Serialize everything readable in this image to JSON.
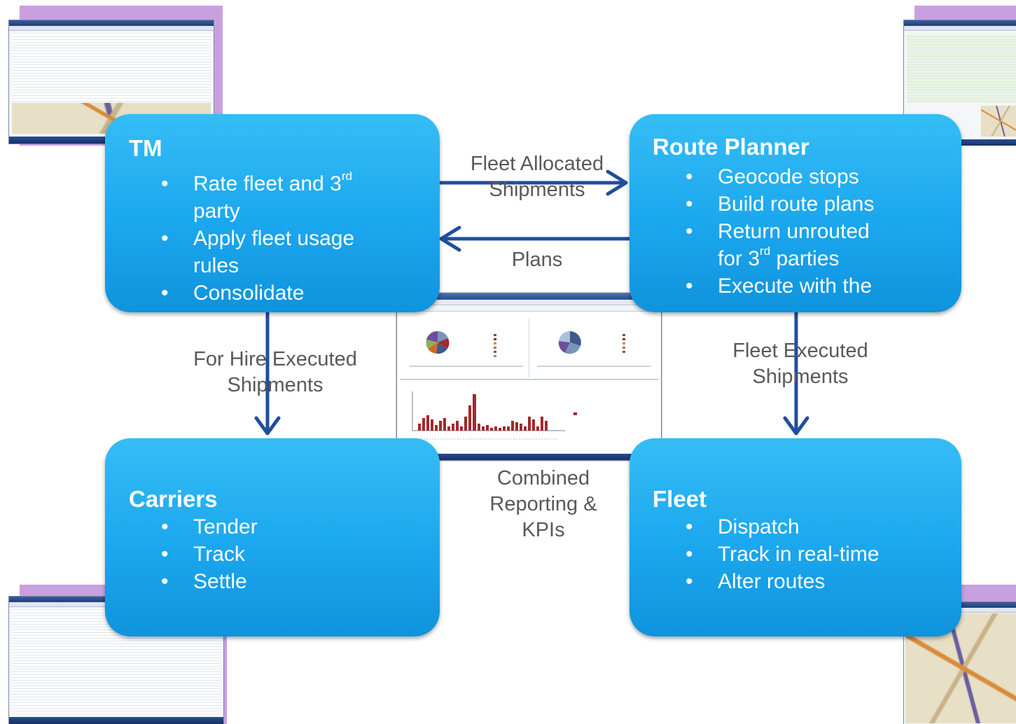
{
  "boxes": {
    "tm": {
      "title": "TM",
      "bullet1_main": "Rate fleet and 3",
      "bullet1_sup": "rd",
      "bullet1_cont": "party",
      "bullet2_line1": "Apply fleet usage",
      "bullet2_line2": "rules",
      "bullet3": "Consolidate"
    },
    "route_planner": {
      "title": "Route Planner",
      "bullet1": "Geocode stops",
      "bullet2": "Build route plans",
      "bullet3_line1": "Return unrouted",
      "bullet3_line2_pre": "for 3",
      "bullet3_sup": "rd",
      "bullet3_line2_post": " parties",
      "bullet4": "Execute with the"
    },
    "carriers": {
      "title": "Carriers",
      "items": [
        "Tender",
        "Track",
        "Settle"
      ]
    },
    "fleet": {
      "title": "Fleet",
      "items": [
        "Dispatch",
        "Track in real-time",
        "Alter routes"
      ]
    }
  },
  "labels": {
    "fleet_allocated": [
      "Fleet Allocated",
      "Shipments"
    ],
    "plans": "Plans",
    "for_hire": [
      "For Hire Executed",
      "Shipments"
    ],
    "fleet_executed": [
      "Fleet Executed",
      "Shipments"
    ],
    "combined": [
      "Combined",
      "Reporting &",
      "KPIs"
    ]
  },
  "colors": {
    "box_blue": "#1ba7ee",
    "arrow_blue": "#1f4e9c",
    "label_gray": "#595959",
    "thumb_purple": "#c8a0e0",
    "bar_red": "#a32a2a"
  }
}
